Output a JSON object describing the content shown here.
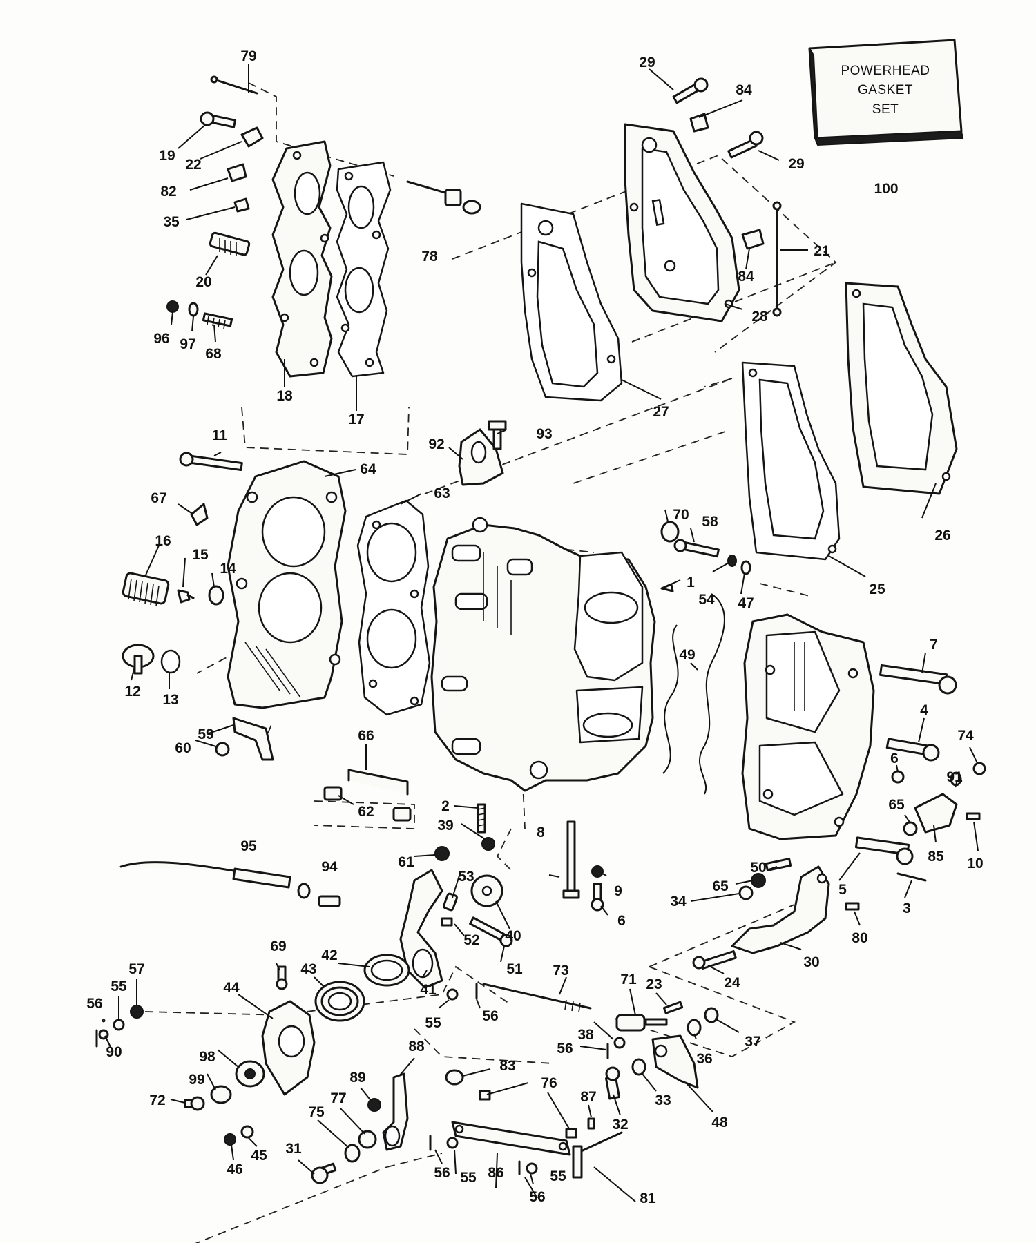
{
  "gasket_set": {
    "line1": "POWERHEAD",
    "line2": "GASKET",
    "line3": "SET",
    "callout": "100"
  },
  "callouts": [
    "1",
    "2",
    "3",
    "4",
    "5",
    "6",
    "6",
    "7",
    "8",
    "9",
    "10",
    "11",
    "12",
    "13",
    "14",
    "15",
    "16",
    "17",
    "18",
    "19",
    "20",
    "21",
    "22",
    "23",
    "24",
    "25",
    "26",
    "27",
    "28",
    "29",
    "29",
    "30",
    "31",
    "32",
    "33",
    "34",
    "35",
    "36",
    "37",
    "38",
    "39",
    "40",
    "41",
    "42",
    "43",
    "44",
    "45",
    "46",
    "47",
    "48",
    "49",
    "50",
    "51",
    "52",
    "53",
    "54",
    "55",
    "55",
    "55",
    "55",
    "55",
    "56",
    "56",
    "56",
    "56",
    "56",
    "56",
    "57",
    "58",
    "59",
    "60",
    "61",
    "62",
    "63",
    "64",
    "65",
    "65",
    "66",
    "67",
    "68",
    "69",
    "70",
    "71",
    "72",
    "73",
    "74",
    "75",
    "76",
    "77",
    "78",
    "79",
    "80",
    "81",
    "82",
    "83",
    "84",
    "84",
    "85",
    "86",
    "87",
    "88",
    "89",
    "90",
    "91",
    "92",
    "93",
    "94",
    "95",
    "96",
    "97",
    "98",
    "99"
  ]
}
